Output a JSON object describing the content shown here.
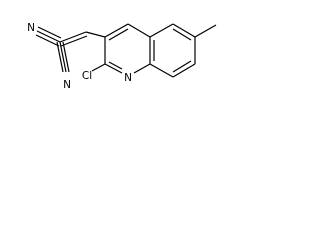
{
  "molecule": {
    "labels": {
      "nitrile_n_top": "N",
      "nitrile_n_bottom": "N",
      "chlorine": "Cl",
      "ring_nitrogen": "N"
    }
  },
  "colors": {
    "bond": "#000000",
    "label": "#000000",
    "background": "#ffffff"
  }
}
